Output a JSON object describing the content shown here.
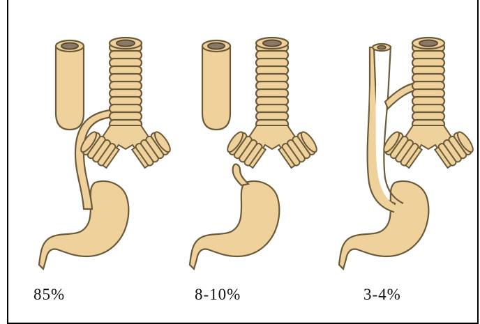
{
  "colors": {
    "fill": "#efd19b",
    "stroke": "#6b5a3a",
    "lumen": "#8a7866",
    "lumen_rim": "#5a4a34",
    "frame": "#000000"
  },
  "panels": [
    {
      "label": "85%",
      "variant": "proximal-atresia-distal-fistula",
      "icons": [
        "esophagus-pouch-icon",
        "trachea-icon",
        "stomach-icon"
      ]
    },
    {
      "label": "8-10%",
      "variant": "isolated-atresia",
      "icons": [
        "esophagus-pouch-icon",
        "trachea-icon",
        "stomach-icon"
      ]
    },
    {
      "label": "3-4%",
      "variant": "h-type-fistula",
      "icons": [
        "esophagus-icon",
        "trachea-icon",
        "stomach-icon"
      ]
    }
  ]
}
